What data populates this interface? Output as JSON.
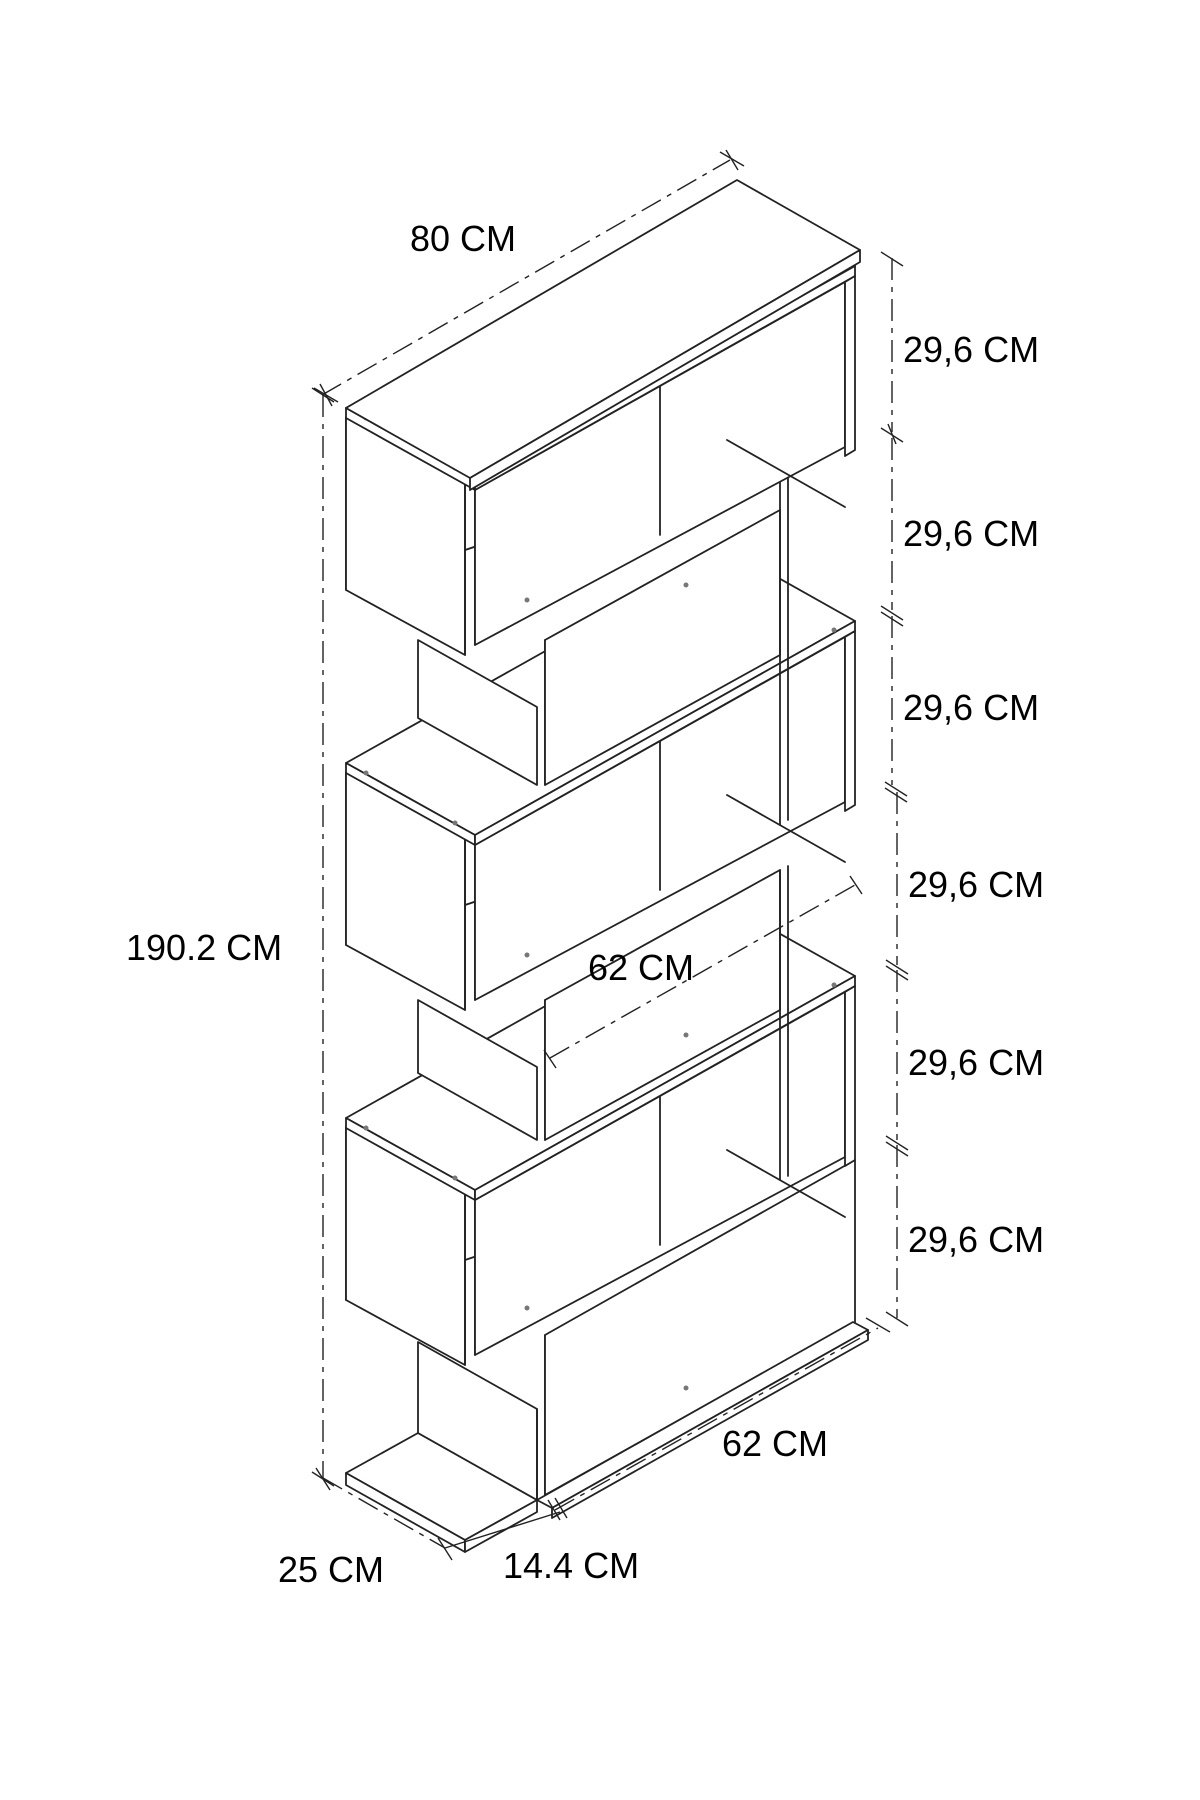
{
  "diagram": {
    "title": "",
    "dimensions": {
      "top_width": "80 CM",
      "total_height": "190.2 CM",
      "depth": "25 CM",
      "plinth_offset": "14.4 CM",
      "bottom_width": "62 CM",
      "inner_width": "62 CM",
      "tier_heights": [
        "29,6 CM",
        "29,6 CM",
        "29,6 CM",
        "29,6 CM",
        "29,6 CM",
        "29,6 CM"
      ]
    },
    "colors": {
      "line": "#222222",
      "text": "#000000",
      "background": "#ffffff"
    }
  }
}
